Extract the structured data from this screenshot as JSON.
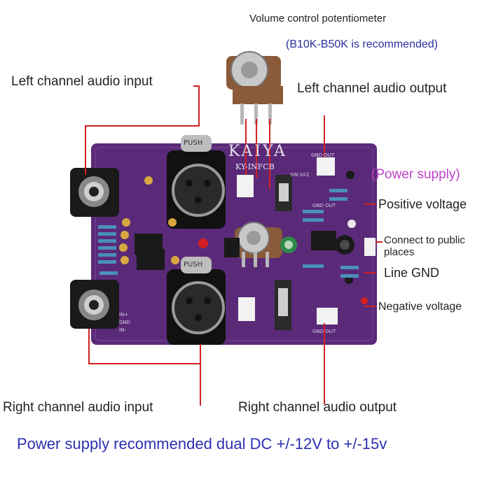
{
  "labels": {
    "pot_title": "Volume control potentiometer",
    "pot_note": "(B10K-B50K is recommended)",
    "left_input": "Left channel audio input",
    "left_output": "Left channel audio output",
    "power_supply": "(Power supply)",
    "positive_voltage": "Positive voltage",
    "public_places": "Connect to public places",
    "line_gnd": "Line GND",
    "negative_voltage": "Negative voltage",
    "right_input": "Right channel audio input",
    "right_output": "Right channel audio output",
    "footer": "Power supply recommended dual DC +/-12V to +/-15v"
  },
  "board": {
    "brand": "KAIYA",
    "model": "KY-INFCB",
    "push_top": "PUSH",
    "push_bottom": "PUSH",
    "switch_label": "SW-3X2",
    "gnd_out_top": "GND OUT",
    "gnd_out_mid": "GND OUT",
    "gnd_out_bottom": "GND OUT",
    "in_plus": "IN+",
    "gnd": "GND",
    "in_minus": "IN-"
  },
  "colors": {
    "pcb": "#5a2a78",
    "wire": "#d42020",
    "pink_accent": "#c040c8",
    "footer_blue": "#2b2fb0"
  }
}
